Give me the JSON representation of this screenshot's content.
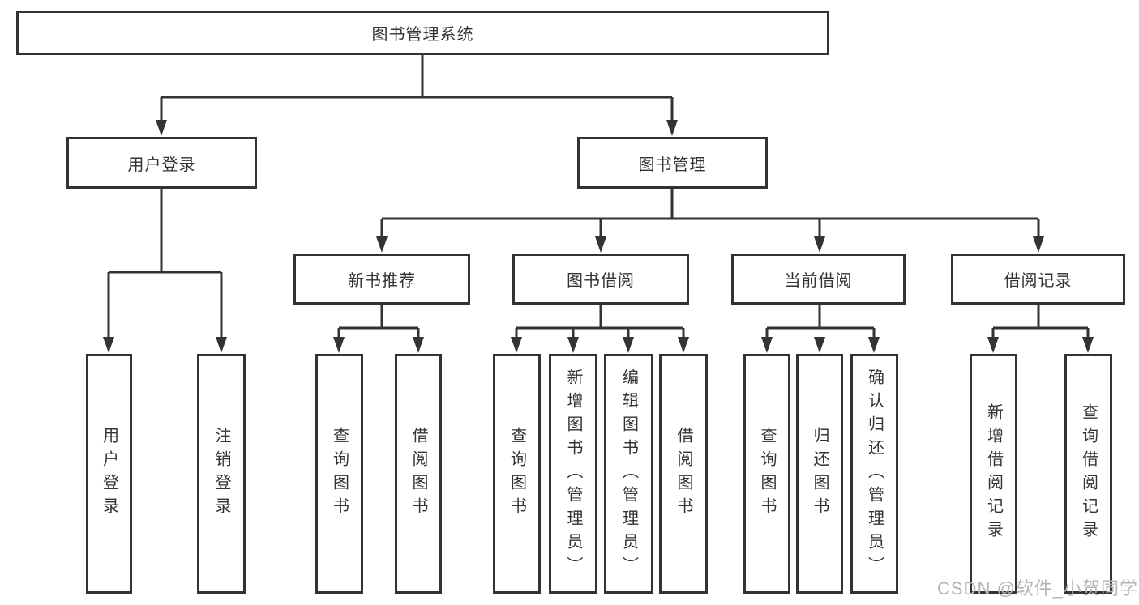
{
  "nodes": {
    "root": "图书管理系统",
    "user_login": "用户登录",
    "book_mgmt": "图书管理",
    "new_book_rec": "新书推荐",
    "book_borrow": "图书借阅",
    "current_borrow": "当前借阅",
    "borrow_records": "借阅记录",
    "leaf_user_login": "用户登录",
    "leaf_logout": "注销登录",
    "leaf_nbr_query_books": "查询图书",
    "leaf_nbr_borrow_books": "借阅图书",
    "leaf_bb_query_books": "查询图书",
    "leaf_bb_add_books_admin": "新增图书（管理员）",
    "leaf_bb_edit_books_admin": "编辑图书（管理员）",
    "leaf_bb_borrow_books": "借阅图书",
    "leaf_cb_query_books": "查询图书",
    "leaf_cb_return_books": "归还图书",
    "leaf_cb_confirm_return_admin": "确认归还（管理员）",
    "leaf_br_add_record": "新增借阅记录",
    "leaf_br_query_record": "查询借阅记录"
  },
  "colors": {
    "line": "#333333",
    "text": "#333333",
    "background": "#ffffff",
    "watermark": "#b4b4b4"
  },
  "watermark": {
    "text": "CSDN @软件_小贺同学"
  }
}
